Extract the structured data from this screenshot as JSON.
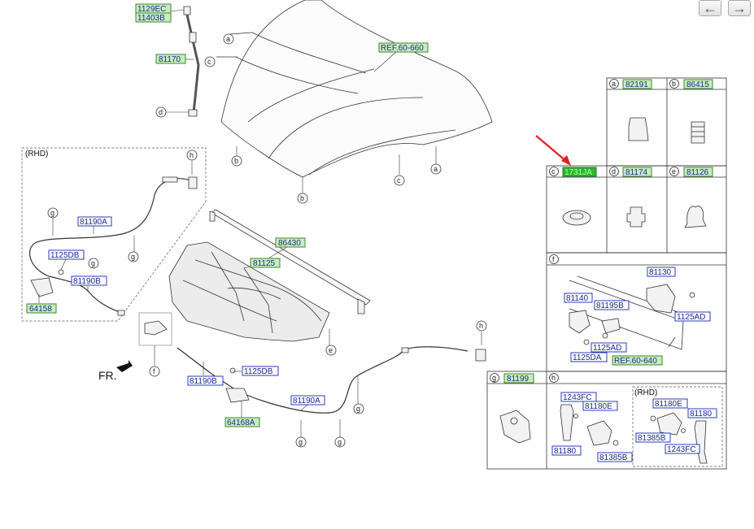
{
  "nav": {
    "back_icon": "arrow-left-icon",
    "forward_icon": "arrow-right-icon",
    "back_glyph": "←",
    "forward_glyph": "→"
  },
  "labels": {
    "p1129ec": "1129EC",
    "p11403b": "11403B",
    "p81170": "81170",
    "ref60660": "REF.60-660",
    "p86430": "86430",
    "p81125": "81125",
    "p81190a_rhd": "81190A",
    "p1125db_rhd": "1125DB",
    "p81190b_rhd": "81190B",
    "p64158": "64158",
    "p81190b": "81190B",
    "p1125db": "1125DB",
    "p64168a": "64168A",
    "p81190a": "81190A"
  },
  "text": {
    "rhd_left": "(RHD)",
    "fr": "FR.",
    "rhd_right": "(RHD)"
  },
  "callouts": {
    "a": "a",
    "b": "b",
    "c": "c",
    "d": "d",
    "e": "e",
    "f": "f",
    "g": "g",
    "h": "h"
  },
  "table": {
    "row1": [
      {
        "letter": "a",
        "part": "82191"
      },
      {
        "letter": "b",
        "part": "86415"
      }
    ],
    "row2": [
      {
        "letter": "c",
        "part": "1731JA"
      },
      {
        "letter": "d",
        "part": "81174"
      },
      {
        "letter": "e",
        "part": "81126"
      }
    ],
    "f": {
      "letter": "f",
      "parts": {
        "p81130": "81130",
        "p81140": "81140",
        "p81195b": "81195B",
        "p1125ad_1": "1125AD",
        "p1125ad_2": "1125AD",
        "p1125da": "1125DA",
        "ref60640": "REF.60-640"
      }
    },
    "g": {
      "letter": "g",
      "part": "81199"
    },
    "h": {
      "letter": "h",
      "parts": {
        "p1243fc": "1243FC",
        "p81180e": "81180E",
        "p81180": "81180",
        "p81385b": "81385B",
        "rhd": "(RHD)",
        "p81180e_r": "81180E",
        "p81180_r": "81180",
        "p81385b_r": "81385B",
        "p1243fc_r": "1243FC"
      }
    }
  },
  "colors": {
    "highlight": "#2eb82e",
    "arrow": "#e02020",
    "green_label": "#c9ecc2",
    "blue_border": "#2a3bbf"
  }
}
